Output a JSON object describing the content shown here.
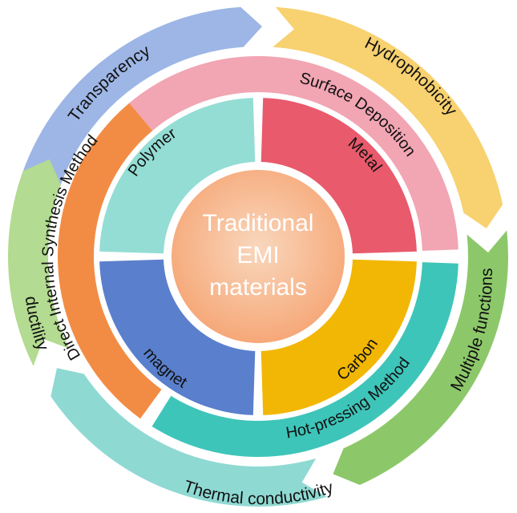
{
  "center": {
    "lines": [
      "Traditional",
      "EMI",
      "materials"
    ],
    "color_outer": "#f6a878",
    "color_inner": "#f9d7bd"
  },
  "inner_ring": [
    {
      "label": "Polymer",
      "color": "#94ddd4"
    },
    {
      "label": "Metal",
      "color": "#e85a6c"
    },
    {
      "label": "Carbon",
      "color": "#f2b705"
    },
    {
      "label": "magnet",
      "color": "#5a7fcc"
    }
  ],
  "middle_ring": [
    {
      "label": "Surface Deposition",
      "color": "#f2a5b3"
    },
    {
      "label": "Hot-pressing Method",
      "color": "#3ec5b9"
    },
    {
      "label": "Direct Internal Synthesis Method",
      "color": "#f28c45"
    }
  ],
  "outer_ring": [
    {
      "label": "Transparency",
      "color": "#9db6e6"
    },
    {
      "label": "Hydrophobicity",
      "color": "#f8d170"
    },
    {
      "label": "Multiple functions",
      "color": "#8cc86a"
    },
    {
      "label": "Thermal conductivity",
      "color": "#8fd9d3"
    },
    {
      "label": "ductility",
      "color": "#b3db91"
    }
  ]
}
